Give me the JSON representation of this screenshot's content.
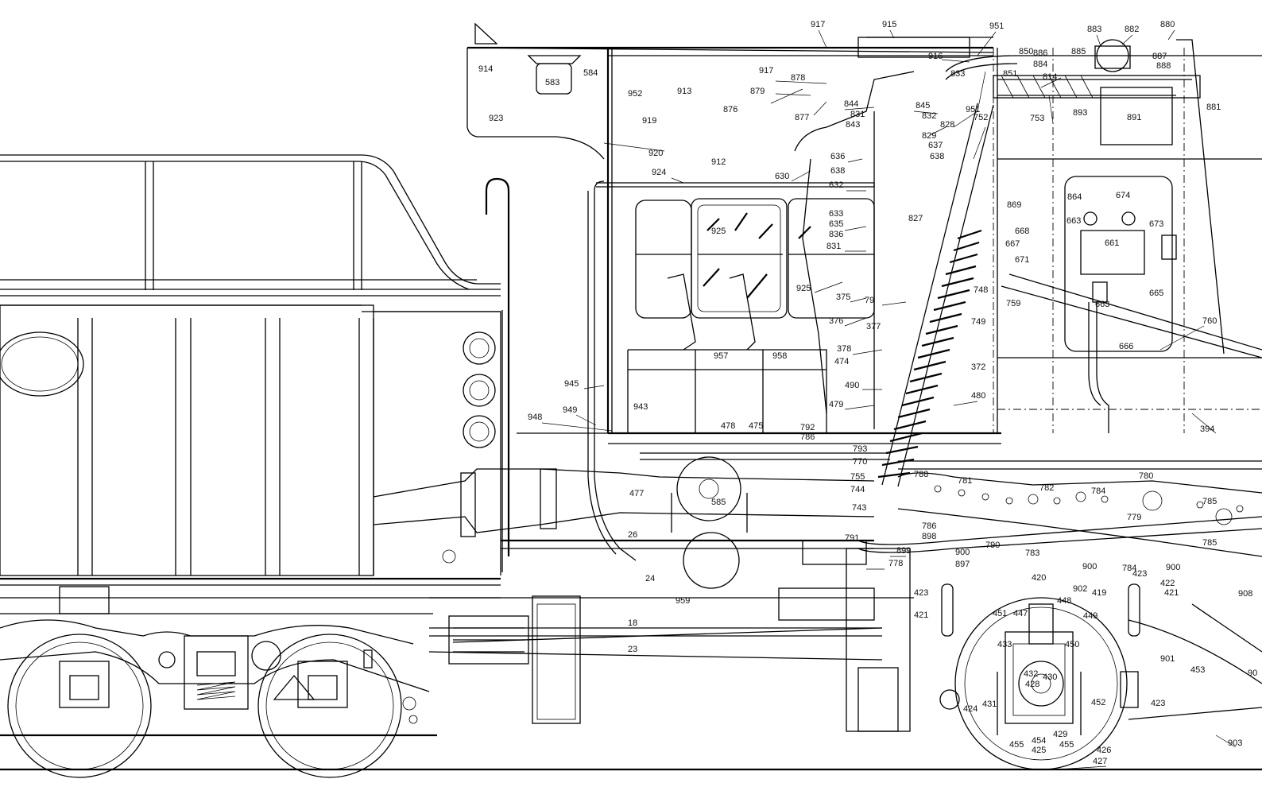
{
  "labels": [
    "917",
    "915",
    "951",
    "883",
    "882",
    "880",
    "916",
    "850",
    "886",
    "885",
    "887",
    "888",
    "884",
    "851",
    "814",
    "833",
    "914",
    "583",
    "584",
    "952",
    "913",
    "917",
    "878",
    "879",
    "876",
    "877",
    "844",
    "831",
    "843",
    "845",
    "832",
    "828",
    "951",
    "752",
    "753",
    "893",
    "891",
    "881",
    "923",
    "919",
    "920",
    "912",
    "924",
    "630",
    "636",
    "638",
    "637",
    "632",
    "829",
    "836",
    "635",
    "633",
    "638",
    "831",
    "827",
    "869",
    "864",
    "674",
    "663",
    "673",
    "668",
    "661",
    "667",
    "671",
    "663",
    "665",
    "925",
    "925",
    "375",
    "376",
    "377",
    "378",
    "474",
    "490",
    "479",
    "79",
    "748",
    "749",
    "372",
    "480",
    "759",
    "760",
    "666",
    "957",
    "958",
    "945",
    "948",
    "949",
    "943",
    "478",
    "475",
    "792",
    "786",
    "793",
    "770",
    "755",
    "744",
    "743",
    "788",
    "781",
    "782",
    "784",
    "780",
    "785",
    "779",
    "785",
    "394",
    "477",
    "585",
    "26",
    "24",
    "959",
    "18",
    "23",
    "778",
    "899",
    "791",
    "786",
    "898",
    "900",
    "897",
    "790",
    "783",
    "900",
    "784",
    "900",
    "423",
    "422",
    "421",
    "908",
    "420",
    "902",
    "419",
    "448",
    "449",
    "451",
    "447",
    "421",
    "423",
    "433",
    "450",
    "432",
    "428",
    "430",
    "424",
    "431",
    "452",
    "901",
    "453",
    "423",
    "455",
    "454",
    "425",
    "429",
    "455",
    "426",
    "427",
    "903",
    "90"
  ]
}
